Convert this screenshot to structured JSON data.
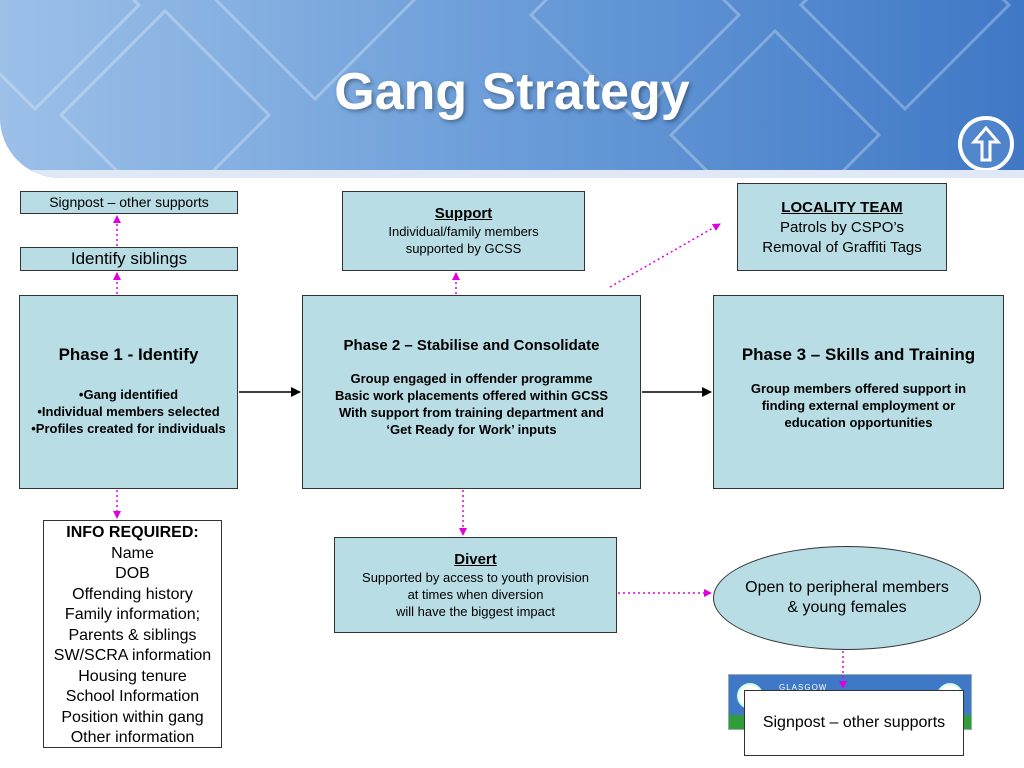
{
  "header": {
    "title": "Gang Strategy"
  },
  "colors": {
    "box_fill": "#b8dde4",
    "arrow_magenta": "#e000e0",
    "header_blue": "#3f78c6"
  },
  "icons": {
    "logo": "up-arrow-circle-icon",
    "banner": "glasgow-banner-icon"
  },
  "boxes": {
    "signpost_top": "Signpost – other supports",
    "identify_siblings": "Identify siblings",
    "phase1": {
      "title": "Phase 1 - Identify",
      "items": [
        "•Gang identified",
        "•Individual members selected",
        "•Profiles created for individuals"
      ]
    },
    "info": {
      "title": "INFO REQUIRED:",
      "items": [
        "Name",
        "DOB",
        "Offending history",
        "Family information;",
        "Parents & siblings",
        "SW/SCRA information",
        "Housing tenure",
        "School Information",
        "Position within gang",
        "Other information"
      ]
    },
    "support": {
      "title": "Support",
      "lines": [
        "Individual/family members",
        "supported by GCSS"
      ]
    },
    "phase2": {
      "title": "Phase 2 – Stabilise and Consolidate",
      "lines": [
        "Group engaged in offender programme",
        "Basic work placements offered within GCSS",
        "With support from training department and",
        "‘Get Ready for Work’ inputs"
      ]
    },
    "divert": {
      "title": "Divert",
      "lines": [
        "Supported by access to youth provision",
        "at times when diversion",
        "will have the biggest impact"
      ]
    },
    "locality": {
      "title": "LOCALITY TEAM",
      "lines": [
        "Patrols by CSPO’s",
        "Removal of Graffiti Tags"
      ]
    },
    "phase3": {
      "title": "Phase 3 – Skills and Training",
      "lines": [
        "Group members offered  support in",
        "finding external employment or",
        "education opportunities"
      ]
    },
    "peripheral": {
      "lines": [
        "Open to peripheral members",
        "& young females"
      ]
    },
    "signpost_bottom": "Signpost – other supports",
    "banner_text": "GLASGOW"
  }
}
